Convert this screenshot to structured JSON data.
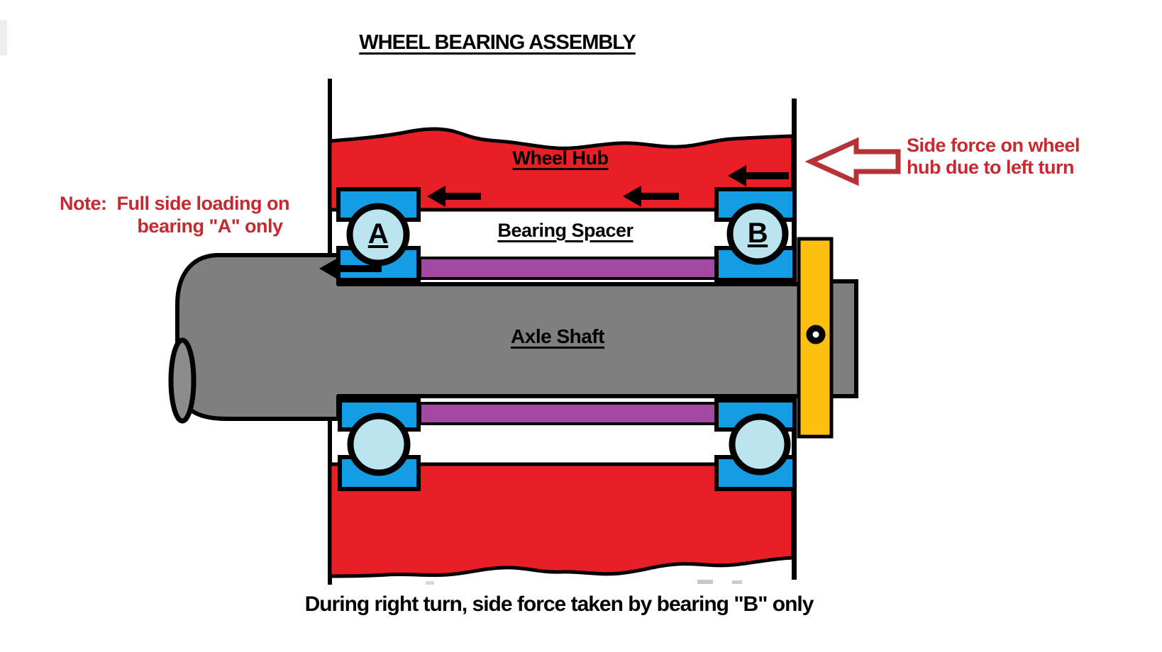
{
  "title": "WHEEL BEARING ASSEMBLY",
  "diagram": {
    "labels": {
      "wheel_hub": "Wheel Hub",
      "bearing_spacer": "Bearing Spacer",
      "axle_shaft": "Axle Shaft",
      "bearing_a": "A",
      "bearing_b": "B"
    },
    "annotations": {
      "note_line1": "Note:  Full side loading on",
      "note_line2": "bearing \"A\" only",
      "side_force_line1": "Side force on wheel",
      "side_force_line2": "hub due to left turn",
      "caption": "During right turn, side force taken by bearing \"B\" only"
    },
    "colors": {
      "hub_red": "#E81F27",
      "annotation_red": "#C42A2F",
      "arrow_outline_red": "#B53237",
      "bearing_blue": "#149CE4",
      "ball_light_blue": "#BCE4EE",
      "spacer_purple": "#A349A4",
      "shaft_gray": "#7F7F7F",
      "shaft_end_gray": "#8C8C8C",
      "washer_yellow": "#FDC010",
      "outline_black": "#000000"
    }
  }
}
